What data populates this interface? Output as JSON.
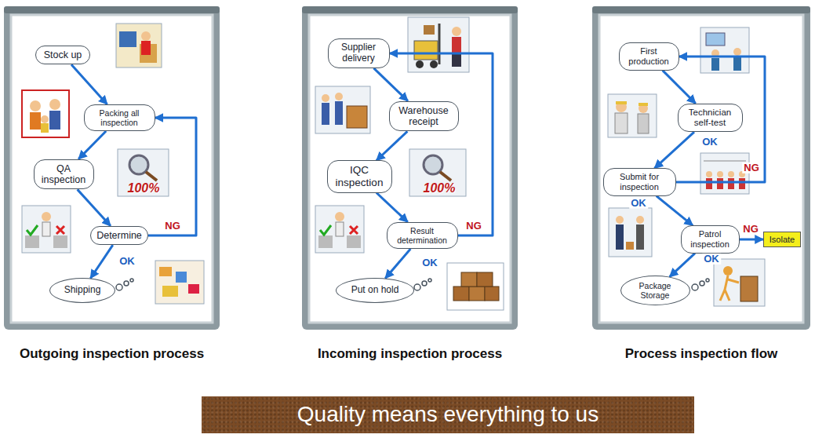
{
  "diagram": {
    "nodes": [
      {
        "text": [
          "Outgoing inspection process"
        ]
      },
      {
        "text": [
          "Stock up"
        ],
        "in": 0
      },
      {
        "text": [
          "Packing all inspection"
        ],
        "in": 0
      },
      {
        "text": [
          "QA inspection"
        ],
        "in": 0
      },
      {
        "text": [
          "Determine"
        ],
        "in": 0
      },
      {
        "text": [
          "Shipping"
        ],
        "in": 0
      },
      {
        "text": [
          "Incoming inspection process"
        ]
      },
      {
        "text": [
          "Supplier delivery"
        ],
        "in": 6
      },
      {
        "text": [
          "Warehouse receipt"
        ],
        "in": 6
      },
      {
        "text": [
          "IQC inspection"
        ],
        "in": 6
      },
      {
        "text": [
          "Result determination"
        ],
        "in": 6
      },
      {
        "text": [
          "Put on hold"
        ],
        "in": 6
      },
      {
        "text": [
          "Process inspection flow"
        ]
      },
      {
        "text": [
          "First production"
        ],
        "in": 12
      },
      {
        "text": [
          "Technician self-test"
        ],
        "in": 12
      },
      {
        "text": [
          "Submit for inspection"
        ],
        "in": 12
      },
      {
        "text": [
          "Patrol inspection"
        ],
        "in": 12
      },
      {
        "text": [
          "Isolate"
        ],
        "in": 12
      },
      {
        "text": [
          "Package Storage"
        ],
        "in": 12
      },
      {
        "text": [
          "Quality means everything to us"
        ]
      }
    ],
    "edges": [
      {
        "from": 1,
        "to": 2,
        "arrow": "to"
      },
      {
        "from": 2,
        "to": 3,
        "arrow": "to"
      },
      {
        "from": 3,
        "to": 4,
        "arrow": "to"
      },
      {
        "from": 4,
        "to": 5,
        "label": "OK",
        "arrow": "to"
      },
      {
        "from": 4,
        "to": 2,
        "label": "NG",
        "arrow": "to"
      },
      {
        "from": 7,
        "to": 8,
        "arrow": "to"
      },
      {
        "from": 8,
        "to": 9,
        "arrow": "to"
      },
      {
        "from": 9,
        "to": 10,
        "arrow": "to"
      },
      {
        "from": 10,
        "to": 11,
        "label": "OK",
        "arrow": "to"
      },
      {
        "from": 10,
        "to": 7,
        "label": "NG",
        "arrow": "to"
      },
      {
        "from": 13,
        "to": 14,
        "arrow": "to"
      },
      {
        "from": 14,
        "to": 15,
        "label": "OK",
        "arrow": "to"
      },
      {
        "from": 15,
        "to": 16,
        "label": "OK",
        "arrow": "to"
      },
      {
        "from": 16,
        "to": 17,
        "label": "NG",
        "arrow": "to"
      },
      {
        "from": 16,
        "to": 18,
        "label": "OK",
        "arrow": "to"
      },
      {
        "from": 15,
        "to": 13,
        "label": "NG",
        "arrow": "to"
      }
    ],
    "labels": [
      "100%",
      "100%"
    ]
  }
}
